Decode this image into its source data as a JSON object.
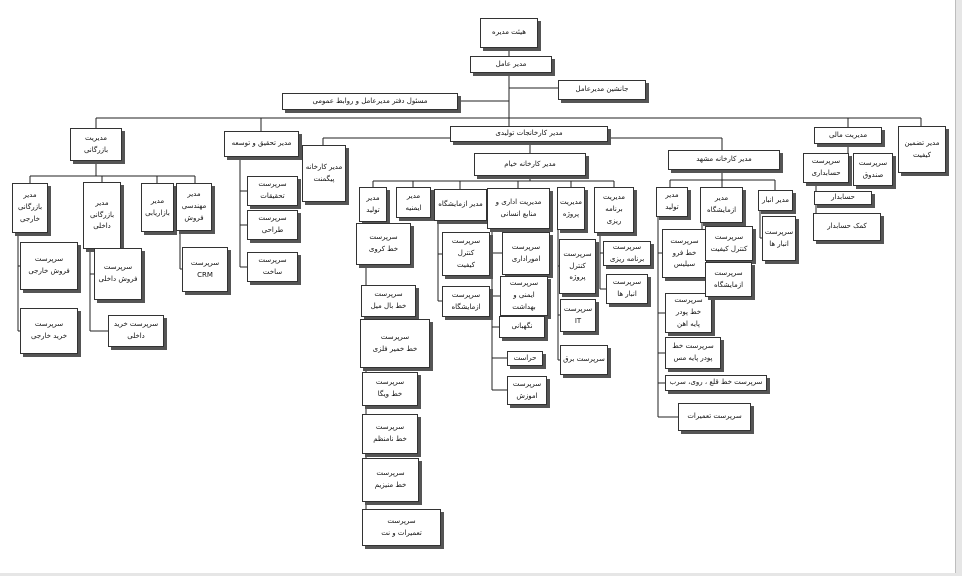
{
  "nodes": [
    {
      "id": "board",
      "text": "هیئت مدیره"
    },
    {
      "id": "ceo",
      "text": "مدیر عامل"
    },
    {
      "id": "deputy",
      "text": "جانشین مدیرعامل"
    },
    {
      "id": "office",
      "text": "مسئول دفتر مدیرعامل و روابط عمومی"
    },
    {
      "id": "prod",
      "text": "مدیر کارخانجات تولیدی"
    },
    {
      "id": "finance",
      "text": "مدیریت مالی"
    },
    {
      "id": "qa",
      "text": "مدیر تضمین\nکیفیت"
    },
    {
      "id": "commerce",
      "text": "مدیریت\nبازرگانی"
    },
    {
      "id": "rnd",
      "text": "مدیر تحقیق و توسعه"
    },
    {
      "id": "paygment",
      "text": "مدیر کارخانه\nپیگمنت"
    },
    {
      "id": "khayam",
      "text": "مدیر کارخانه خیام"
    },
    {
      "id": "mashhad",
      "text": "مدیر کارخانه مشهد"
    },
    {
      "id": "fin_acc",
      "text": "سرپرست\nحسابداری"
    },
    {
      "id": "fin_cash",
      "text": "سرپرست\nصندوق"
    },
    {
      "id": "fin_accountant",
      "text": "حسابدار"
    },
    {
      "id": "fin_asst",
      "text": "کمک حسابدار"
    },
    {
      "id": "ext",
      "text": "مدیر\nبازرگانی\nخارجی"
    },
    {
      "id": "int",
      "text": "مدیر\nبازرگانی\nداخلی"
    },
    {
      "id": "mkt",
      "text": "مدیر\nبازاریابی"
    },
    {
      "id": "eng",
      "text": "مدیر\nمهندسی\nفروش"
    },
    {
      "id": "ext_sales",
      "text": "سرپرست\nفروش خارجی"
    },
    {
      "id": "ext_buy",
      "text": "سرپرست\nخرید خارجی"
    },
    {
      "id": "int_sales",
      "text": "سرپرست\nفروش داخلی"
    },
    {
      "id": "int_buy",
      "text": "سرپرست خرید\nداخلی"
    },
    {
      "id": "crm",
      "text": "سرپرست\nCRM"
    },
    {
      "id": "rnd_research",
      "text": "سرپرست\nتحقیقات"
    },
    {
      "id": "rnd_design",
      "text": "سرپرست\nطراحی"
    },
    {
      "id": "rnd_build",
      "text": "سرپرست\nساخت"
    },
    {
      "id": "k_prod",
      "text": "مدیر\nتولید"
    },
    {
      "id": "k_safety",
      "text": "مدیر\nایمنیه"
    },
    {
      "id": "k_lab",
      "text": "مدیر ازمایشگاه"
    },
    {
      "id": "k_admin",
      "text": "مدیریت اداری و\nمنابع انسانی"
    },
    {
      "id": "k_project",
      "text": "مدیریت\nپروژه"
    },
    {
      "id": "k_plan",
      "text": "مدیریت برنامه\nریزی"
    },
    {
      "id": "kp1",
      "text": "سرپرست\nخط کروی"
    },
    {
      "id": "kp2",
      "text": "سرپرست\nخط بال میل"
    },
    {
      "id": "kp3",
      "text": "سرپرست\nخط خمیر فلزی"
    },
    {
      "id": "kp4",
      "text": "سرپرست\nخط ویگا"
    },
    {
      "id": "kp5",
      "text": "سرپرست\nخط نامنظم"
    },
    {
      "id": "kp6",
      "text": "سرپرست\nخط منیزیم"
    },
    {
      "id": "kp7",
      "text": "سرپرست\nتعمیرات و نت"
    },
    {
      "id": "kl1",
      "text": "سرپرست\nکنترل\nکیفیت"
    },
    {
      "id": "kl2",
      "text": "سرپرست\nازمایشگاه"
    },
    {
      "id": "ka1",
      "text": "سرپرست\nاموراداری"
    },
    {
      "id": "ka2",
      "text": "سرپرست\nایمنی و\nبهداشت"
    },
    {
      "id": "ka3",
      "text": "نگهبانی"
    },
    {
      "id": "ka4",
      "text": "حراست"
    },
    {
      "id": "ka5",
      "text": "سرپرست\nاموزش"
    },
    {
      "id": "kj1",
      "text": "سرپرست\nکنترل\nپروژه"
    },
    {
      "id": "kj2",
      "text": "سرپرست\nIT"
    },
    {
      "id": "kj3",
      "text": "سرپرست برق"
    },
    {
      "id": "kpl1",
      "text": "سرپرست\nبرنامه ریزی"
    },
    {
      "id": "kpl2",
      "text": "سرپرست\nانبار ها"
    },
    {
      "id": "m_prod",
      "text": "مدیر\nتولید"
    },
    {
      "id": "m_lab",
      "text": "مدیر\nازمایشگاه"
    },
    {
      "id": "m_store",
      "text": "مدیر انبار"
    },
    {
      "id": "mp1",
      "text": "سرپرست\nخط فرو\nسیلیس"
    },
    {
      "id": "mp2",
      "text": "سرپرست\nخط پودر\nپایه اهن"
    },
    {
      "id": "mp3",
      "text": "سرپرست خط\nپودر پایه مس"
    },
    {
      "id": "mp4",
      "text": "سرپرست خط قلع ، روی، سرب"
    },
    {
      "id": "mp5",
      "text": "سرپرست تعمیرات"
    },
    {
      "id": "ml1",
      "text": "سرپرست\nکنترل کیفیت"
    },
    {
      "id": "ml2",
      "text": "سرپرست\nازمایشگاه"
    },
    {
      "id": "ms1",
      "text": "سرپرست\nانبار ها"
    }
  ]
}
